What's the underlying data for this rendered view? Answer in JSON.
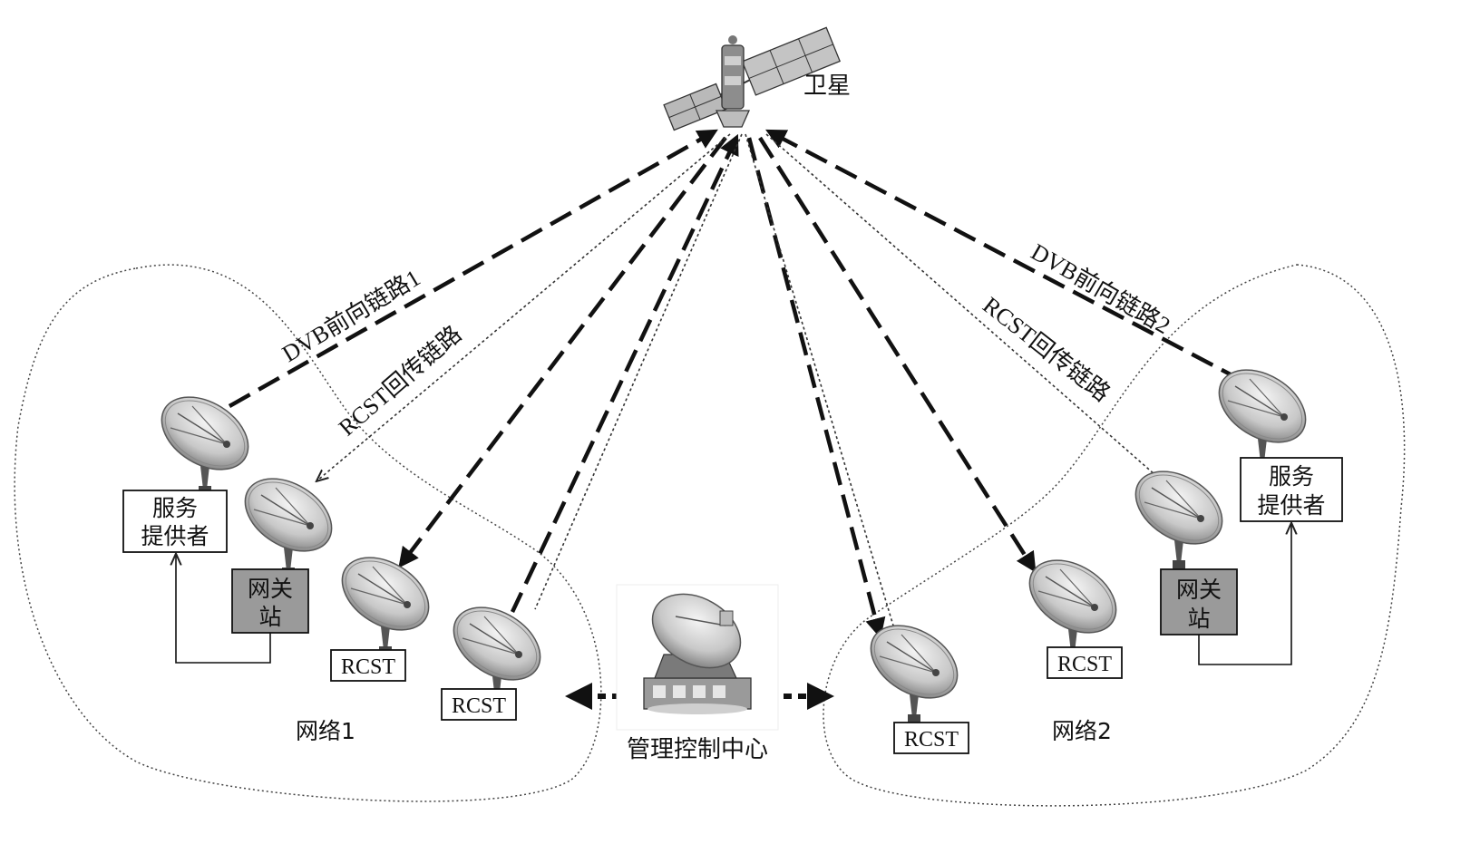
{
  "satellite": {
    "label": "卫星"
  },
  "links": {
    "dvb_forward_1": "DVB前向链路1",
    "rcst_return_1": "RCST回传链路",
    "dvb_forward_2": "DVB前向链路2",
    "rcst_return_2": "RCST回传链路"
  },
  "network1": {
    "label": "网络1",
    "service_provider": {
      "line1": "服务",
      "line2": "提供者"
    },
    "gateway": {
      "line1": "网关",
      "line2": "站"
    },
    "rcst_a": "RCST",
    "rcst_b": "RCST"
  },
  "network2": {
    "label": "网络2",
    "service_provider": {
      "line1": "服务",
      "line2": "提供者"
    },
    "gateway": {
      "line1": "网关",
      "line2": "站"
    },
    "rcst_a": "RCST",
    "rcst_b": "RCST"
  },
  "management_center": {
    "label": "管理控制中心"
  },
  "colors": {
    "ink": "#111111",
    "gateway_fill": "#9a9a9a",
    "dish_light": "#e6e6e6",
    "dish_dark": "#6e6e6e"
  }
}
